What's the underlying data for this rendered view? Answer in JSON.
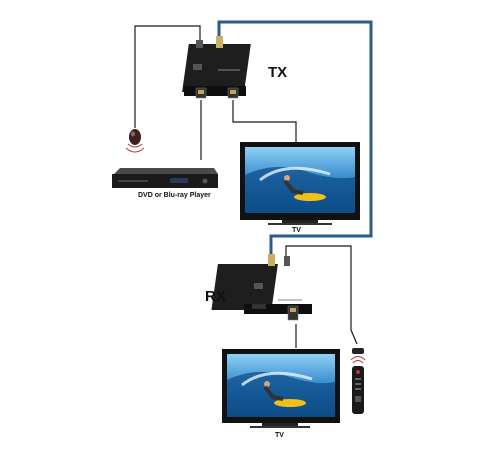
{
  "diagram": {
    "tx_label": "TX",
    "rx_label": "RX",
    "source_label": "DVD or Blu-ray Player",
    "tv_top_label": "TV",
    "tv_bottom_label": "TV"
  },
  "colors": {
    "network_cable": "#2b5c8a",
    "cable": "#1a1a1a",
    "device": "#1c1c1c",
    "screen_sea": "#1f6fb0",
    "screen_sky": "#7cc3f0"
  }
}
